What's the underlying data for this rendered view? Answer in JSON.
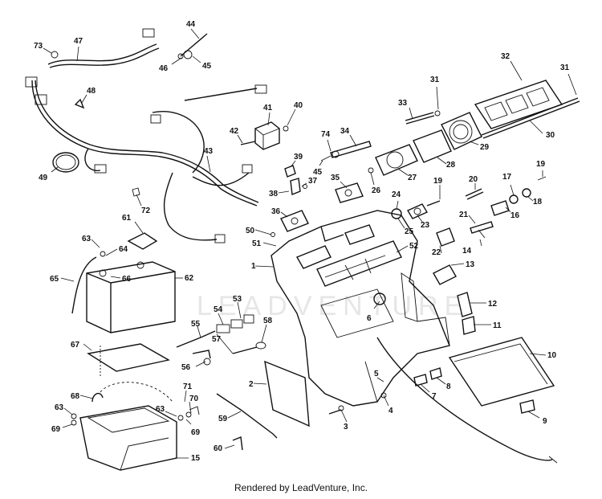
{
  "watermark": "LEADVENTURE",
  "footer": "Rendered by LeadVenture, Inc.",
  "callouts": [
    "1",
    "2",
    "3",
    "4",
    "5",
    "6",
    "7",
    "8",
    "9",
    "10",
    "11",
    "12",
    "13",
    "14",
    "15",
    "16",
    "17",
    "18",
    "19",
    "20",
    "21",
    "22",
    "23",
    "24",
    "25",
    "26",
    "27",
    "28",
    "29",
    "30",
    "31",
    "32",
    "33",
    "34",
    "35",
    "36",
    "37",
    "38",
    "39",
    "40",
    "41",
    "42",
    "43",
    "44",
    "45",
    "46",
    "47",
    "48",
    "49",
    "50",
    "51",
    "52",
    "53",
    "54",
    "55",
    "56",
    "57",
    "58",
    "59",
    "60",
    "61",
    "62",
    "63",
    "64",
    "65",
    "66",
    "67",
    "68",
    "69",
    "70",
    "71",
    "72",
    "73",
    "74"
  ]
}
